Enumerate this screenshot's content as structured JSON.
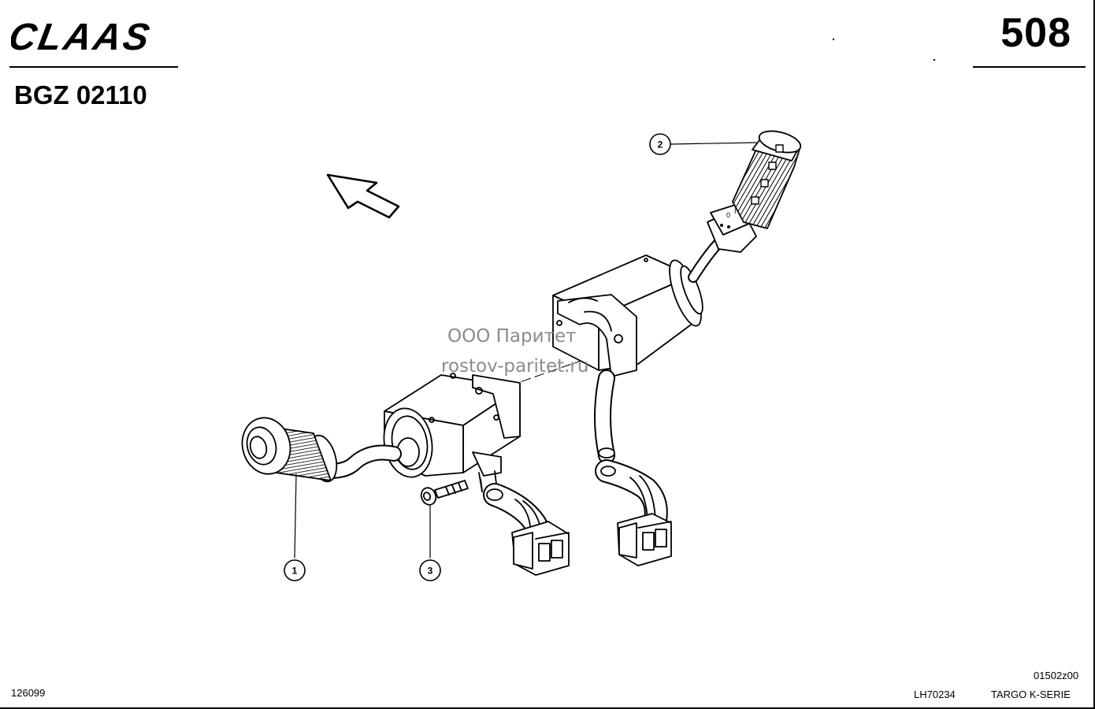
{
  "header": {
    "brand": "CLAAS",
    "page_number": "508",
    "group_code": "BGZ 02110"
  },
  "watermark": {
    "line1": "ООО Паритет",
    "line2": "rostov-paritet.ru"
  },
  "callouts": [
    {
      "number": "1"
    },
    {
      "number": "2"
    },
    {
      "number": "3"
    }
  ],
  "footer": {
    "doc_id": "126099",
    "revision": "01502z00",
    "drawing_no": "LH70234",
    "series": "TARGO K-SERIE"
  }
}
